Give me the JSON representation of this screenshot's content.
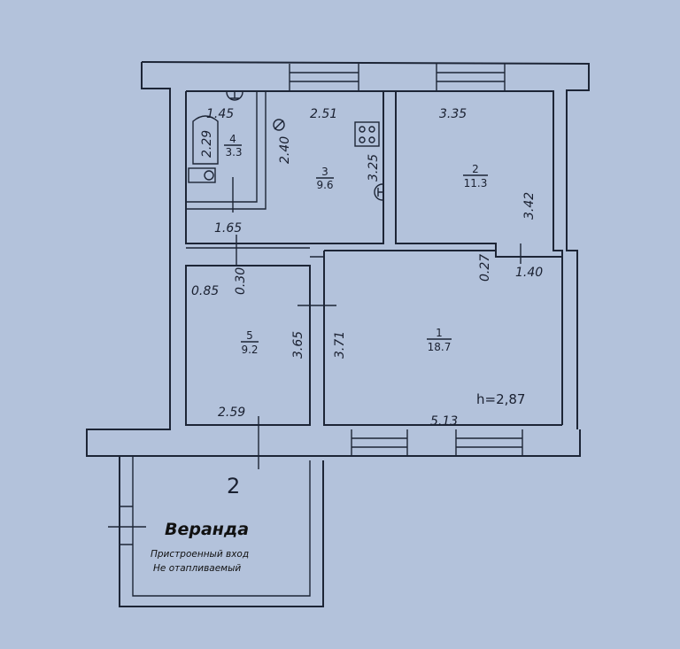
{
  "rooms": [
    {
      "number": "1",
      "area": "18.7"
    },
    {
      "number": "2",
      "area": "11.3"
    },
    {
      "number": "3",
      "area": "9.6"
    },
    {
      "number": "4",
      "area": "3.3"
    },
    {
      "number": "5",
      "area": "9.2"
    }
  ],
  "dimensions": {
    "bath_width": "1.45",
    "bath_tub": "2.29",
    "kitchen_width": "2.51",
    "kitchen_left": "2.40",
    "kitchen_right": "3.25",
    "room2_width": "3.35",
    "room2_height": "3.42",
    "corridor": "1.65",
    "wall_030": "0.30",
    "room5_top": "0.85",
    "room5_height": "3.65",
    "room1_height": "3.71",
    "niche_027": "0.27",
    "niche_140": "1.40",
    "room5_width": "2.59",
    "room1_width": "5.13"
  },
  "ceiling_height": "h=2,87",
  "veranda": {
    "number": "2",
    "title": "Веранда",
    "line1": "Пристроенный вход",
    "line2": "Не отапливаемый"
  }
}
